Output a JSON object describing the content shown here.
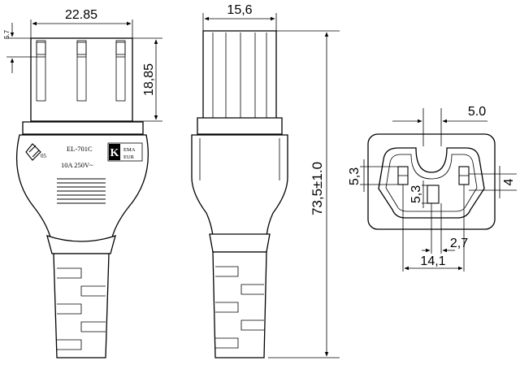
{
  "plug_label": {
    "model": "EL-701C",
    "rating": "10A 250V~",
    "cert_mark": "05",
    "kema_letter": "K",
    "kema_line1": "EMA",
    "kema_line2": "EUR"
  },
  "dimensions": {
    "front_width": "22.85",
    "pin_small": "5.7",
    "pin_length": "18,85",
    "side_width": "15,6",
    "total_length": "73,5±1.0",
    "face_top": "5.0",
    "face_left_height": "5,3",
    "face_center_height": "5,3",
    "face_right_height": "4",
    "face_offset": "2,7",
    "face_width": "14,1"
  }
}
